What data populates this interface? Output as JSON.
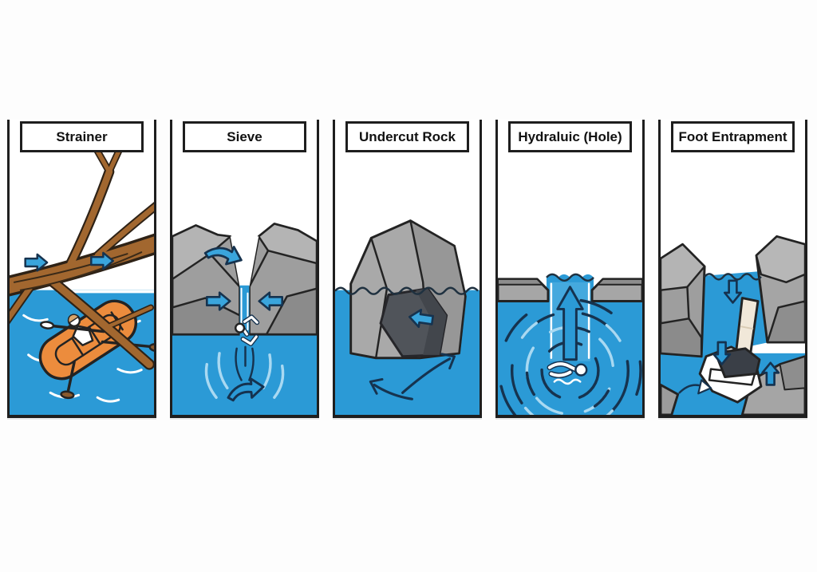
{
  "figure": {
    "panels": [
      {
        "id": "strainer",
        "label": "Strainer"
      },
      {
        "id": "sieve",
        "label": "Sieve"
      },
      {
        "id": "undercut-rock",
        "label": "Undercut Rock"
      },
      {
        "id": "hydraulic-hole",
        "label": "Hydraluic (Hole)"
      },
      {
        "id": "foot-entrapment",
        "label": "Foot Entrapment"
      }
    ],
    "colors": {
      "water": "#2B9AD6",
      "water_channel_light": "#45A9DE",
      "arrow_blue_fill": "#3AA5DC",
      "arrow_navy_outline": "#16334F",
      "line_dark": "#232323",
      "rock_light": "#B4B4B4",
      "rock_mid": "#9E9E9E",
      "rock_dark": "#8B8B8B",
      "undercut_cavity": "#50545A",
      "tree_brown": "#A2672F",
      "raft_orange": "#EC8C3D",
      "leg_tan": "#F1E8D9",
      "shoe_dark": "#3A3F47",
      "ripple_white": "#FFFFFF",
      "ripple_light_blue": "#A9D9F2"
    }
  }
}
